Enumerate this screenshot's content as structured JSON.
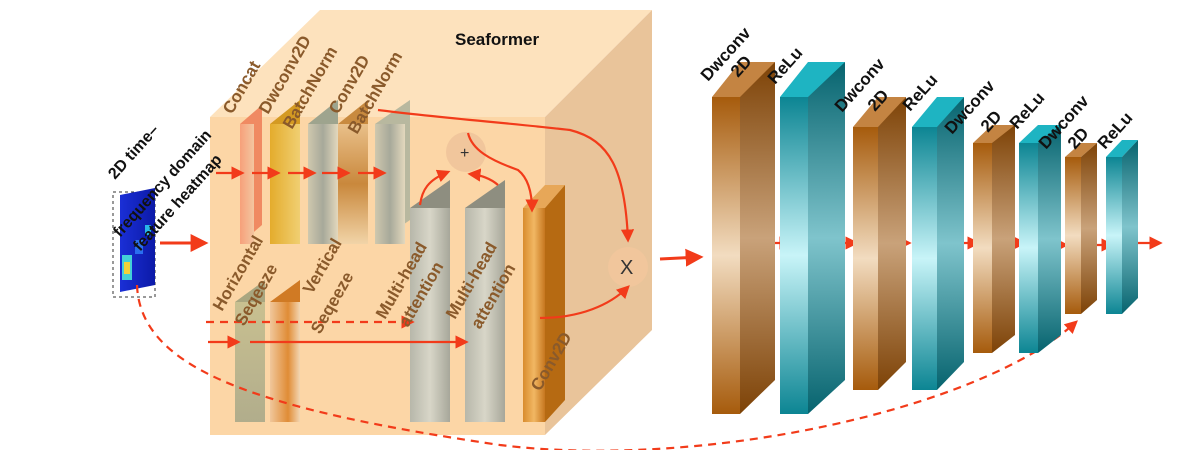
{
  "input": {
    "label_lines": [
      "2D time–",
      "frequency domain",
      "feature heatmap"
    ]
  },
  "seaformer": {
    "title": "Seaformer",
    "top_labels": [
      "Concat",
      "Dwconv2D",
      "BatchNorm",
      "Conv2D",
      "BatchNorm"
    ],
    "bottom_labels": [
      "Horizontal",
      "Seqeeze",
      "Vertical",
      "Seqeeze",
      "Multi-head",
      "attention",
      "Multi-head",
      "attention",
      "Conv2D"
    ],
    "plus_symbol": "+",
    "times_symbol": "X"
  },
  "decoder": {
    "labels": [
      "Dwconv",
      "2D",
      "ReLu",
      "Dwconv",
      "2D",
      "ReLu",
      "Dwconv",
      "2D",
      "ReLu",
      "Dwconv",
      "2D",
      "ReLu"
    ]
  },
  "colors": {
    "cube_front": "#fcd9a8",
    "cube_top": "#fde3bf",
    "cube_side": "#e9c08d",
    "arrow": "#f23b1a",
    "brown": "#a8600f",
    "teal": "#0d8a98",
    "label_brown": "#8a5a2b"
  }
}
